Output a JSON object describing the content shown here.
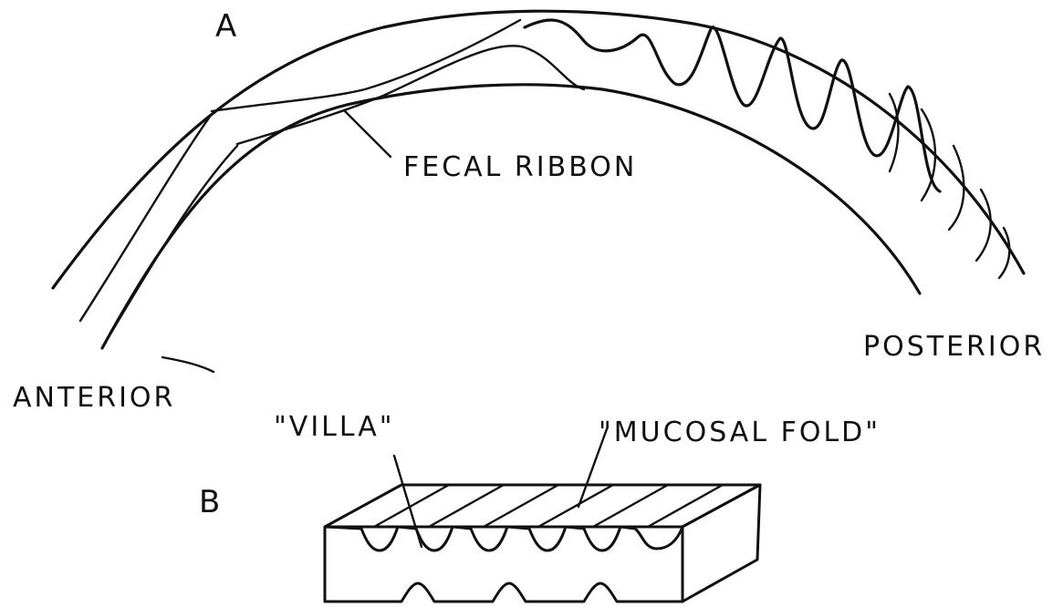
{
  "figure": {
    "panel_a_label": "A",
    "panel_b_label": "B",
    "labels": {
      "fecal_ribbon": "FECAL RIBBON",
      "anterior": "ANTERIOR",
      "posterior": "POSTERIOR",
      "villa": "\"VILLA\"",
      "mucosal_fold": "\"MUCOSAL FOLD\""
    }
  },
  "colors": {
    "ink": "#111111",
    "paper": "#ffffff"
  }
}
